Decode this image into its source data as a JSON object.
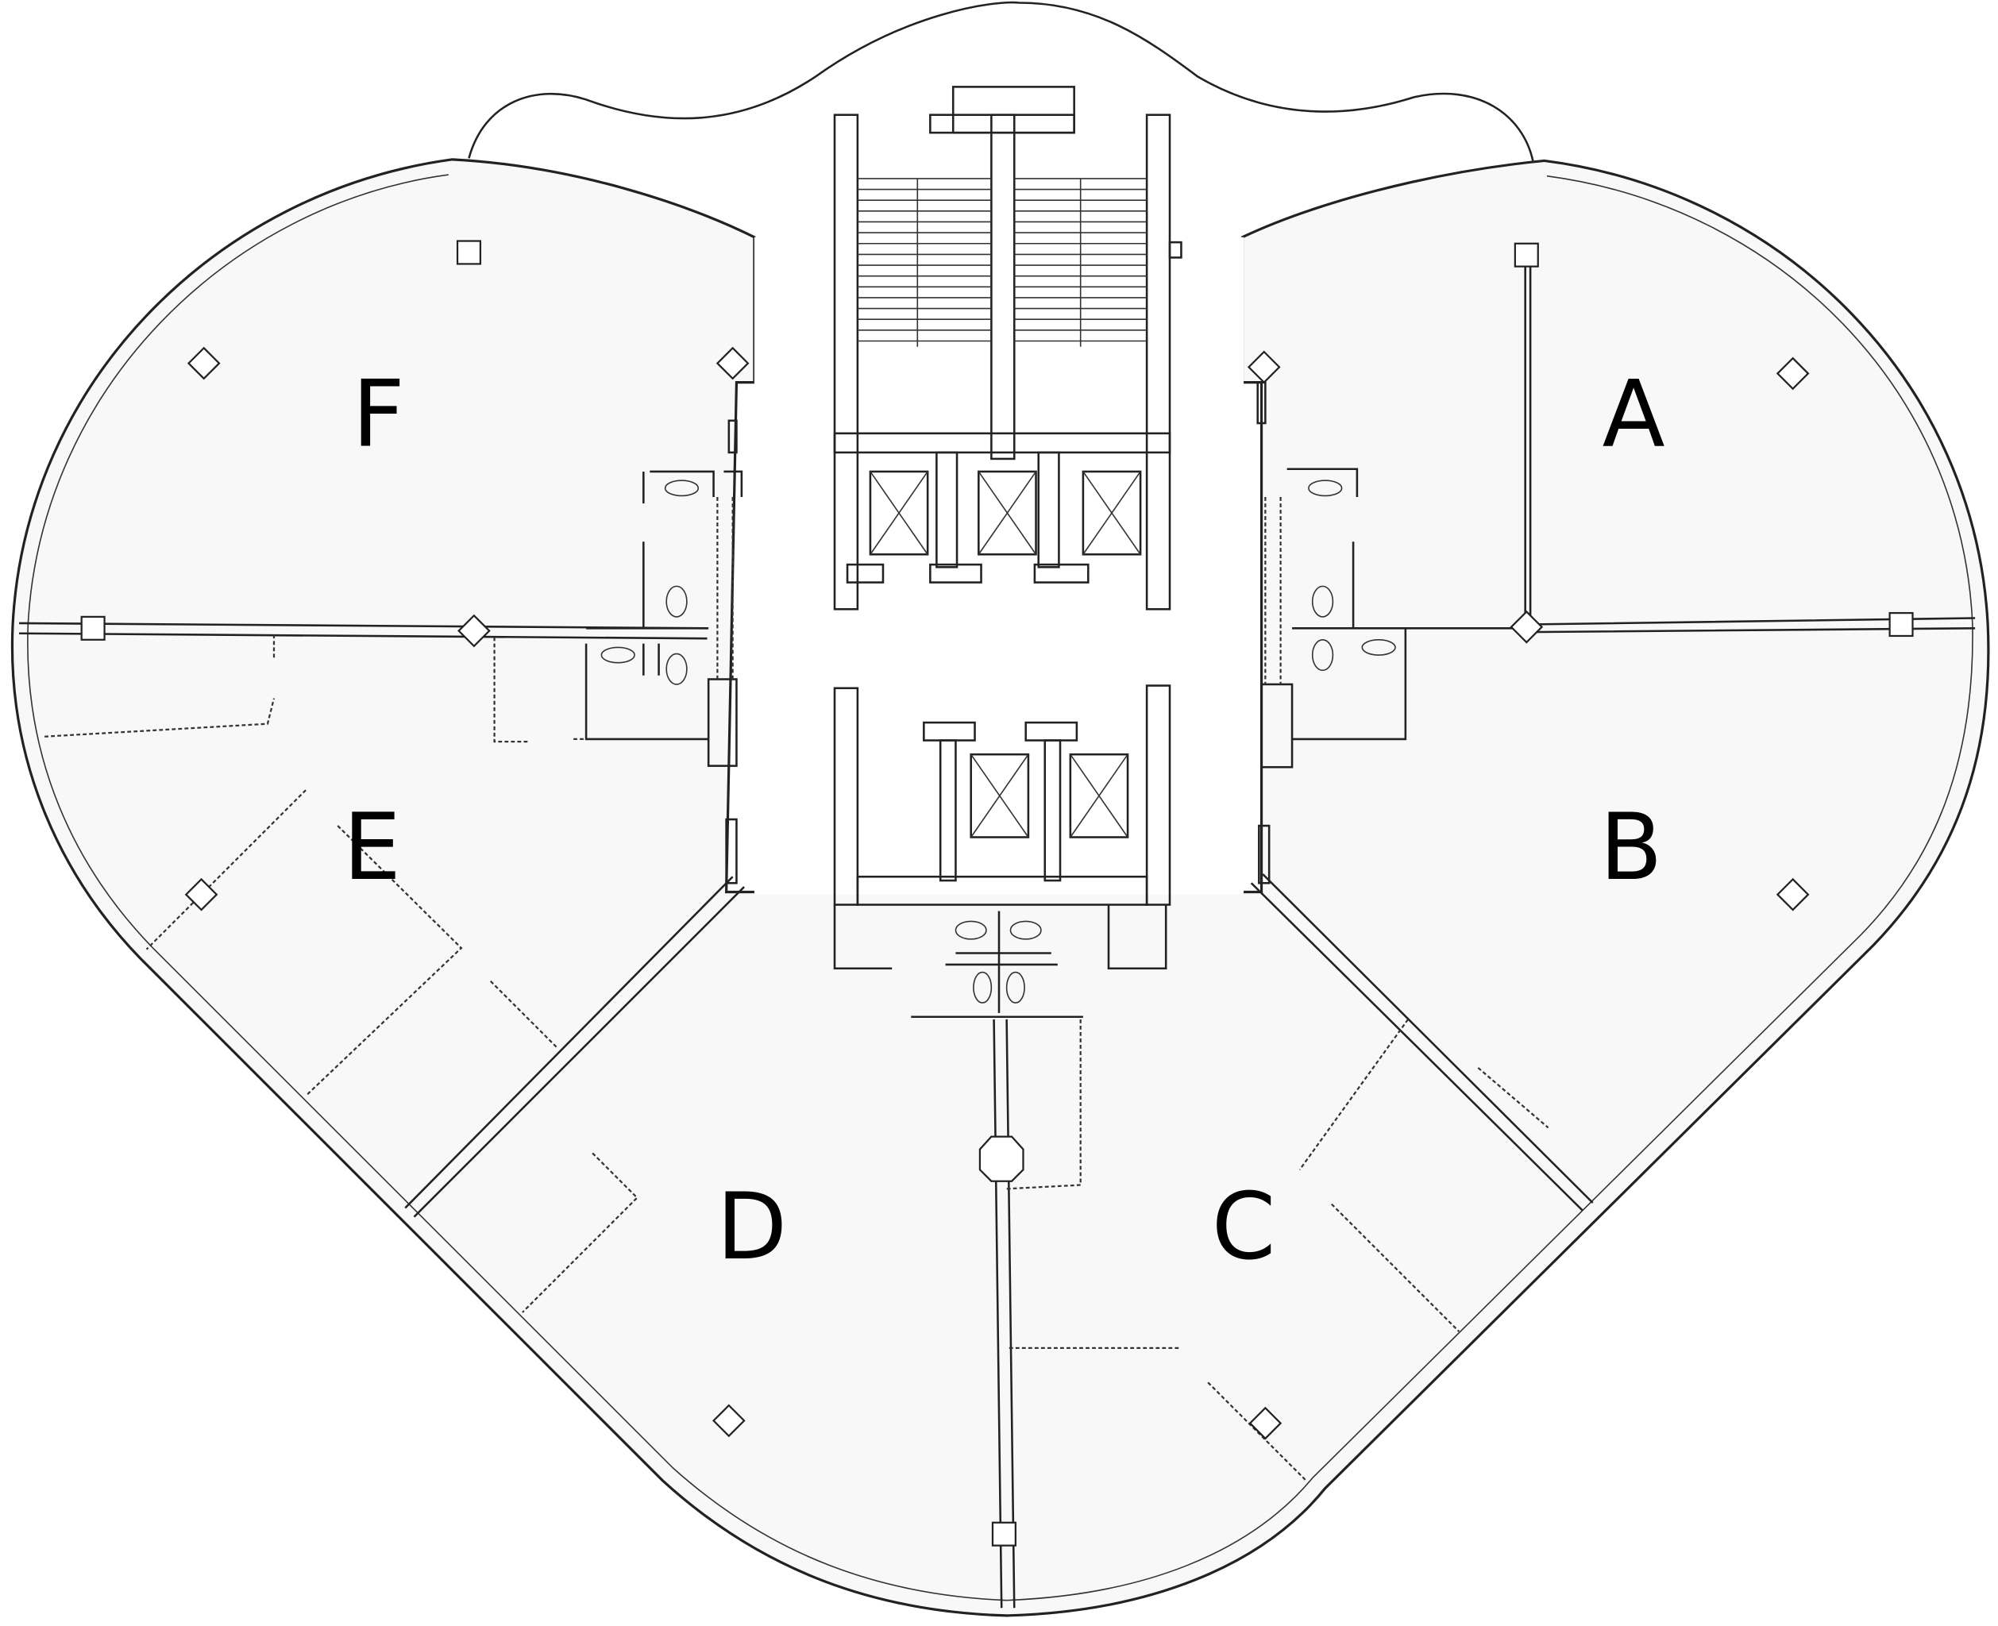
{
  "title": "Floor plan",
  "units": [
    {
      "label": "A"
    },
    {
      "label": "B"
    },
    {
      "label": "C"
    },
    {
      "label": "D"
    },
    {
      "label": "E"
    },
    {
      "label": "F"
    }
  ],
  "colors": {
    "floor": "#f8f8f8",
    "core": "#ffffff",
    "line": "#222222"
  }
}
